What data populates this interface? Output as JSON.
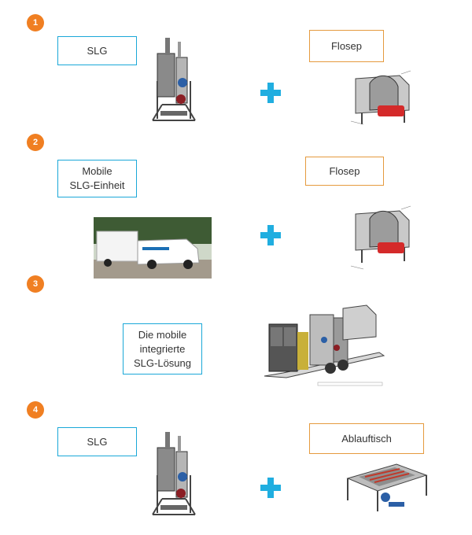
{
  "steps": [
    {
      "number": "1",
      "left_label": "SLG",
      "right_label": "Flosep"
    },
    {
      "number": "2",
      "left_label_line1": "Mobile",
      "left_label_line2": "SLG-Einheit",
      "right_label": "Flosep"
    },
    {
      "number": "3",
      "label_line1": "Die mobile",
      "label_line2": "integrierte",
      "label_line3": "SLG-Lösung"
    },
    {
      "number": "4",
      "left_label": "SLG",
      "right_label": "Ablauftisch"
    }
  ],
  "colors": {
    "badge": "#f07f22",
    "blue_border": "#1aa8d8",
    "orange_border": "#e59a3e",
    "plus": "#20aee0"
  },
  "icons": [
    "plus-icon",
    "slg-unit-image",
    "flosep-machine-image",
    "van-trailer-photo",
    "mobile-slg-trailer-image",
    "drain-table-image"
  ]
}
